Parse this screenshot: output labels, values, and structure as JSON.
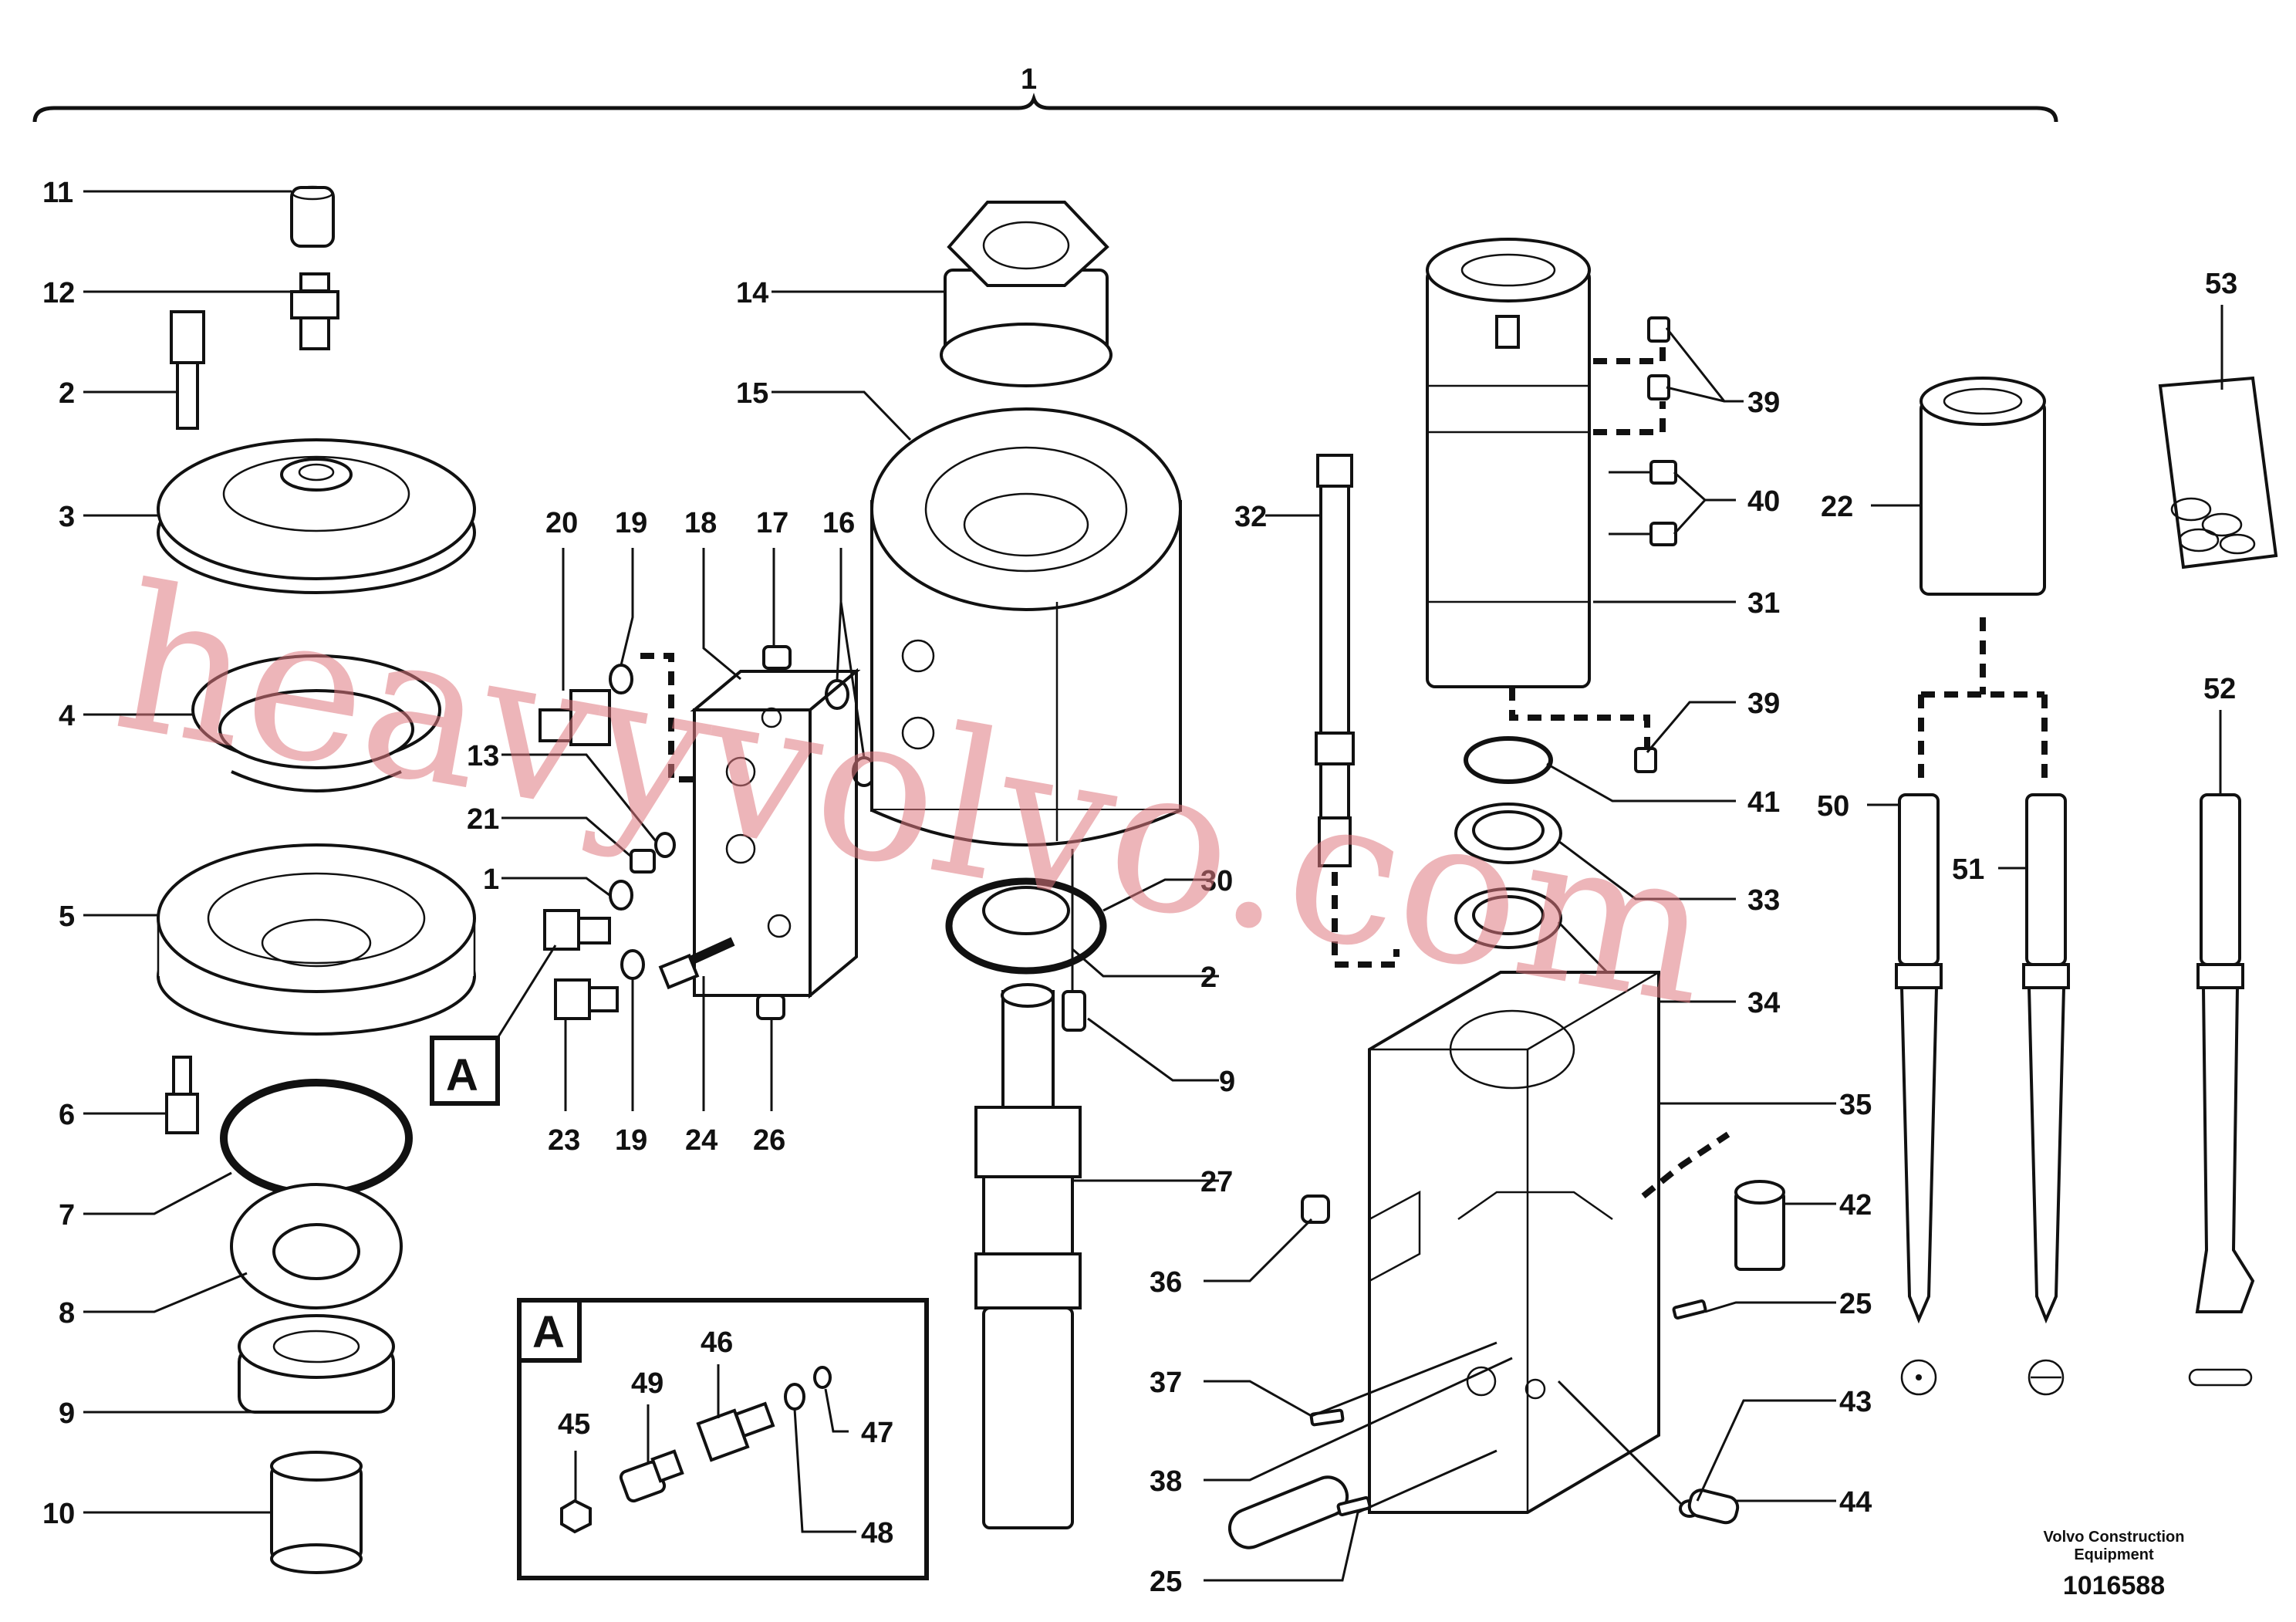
{
  "assembly_number": "1",
  "detail_label": "A",
  "callouts": {
    "c11": "11",
    "c12": "12",
    "c2": "2",
    "c3": "3",
    "c4": "4",
    "c5": "5",
    "c6": "6",
    "c7": "7",
    "c8": "8",
    "c9": "9",
    "c10": "10",
    "c20": "20",
    "c19a": "19",
    "c18": "18",
    "c17": "17",
    "c16": "16",
    "c13": "13",
    "c21": "21",
    "c1b": "1",
    "c23": "23",
    "c19b": "19",
    "c24": "24",
    "c26": "26",
    "c14": "14",
    "c15": "15",
    "c30": "30",
    "c2b": "2",
    "c9b": "9",
    "c27": "27",
    "c32": "32",
    "c31": "31",
    "c39a": "39",
    "c40": "40",
    "c39b": "39",
    "c41": "41",
    "c33": "33",
    "c34": "34",
    "c35": "35",
    "c42": "42",
    "c25a": "25",
    "c36": "36",
    "c37": "37",
    "c38": "38",
    "c25b": "25",
    "c43": "43",
    "c44": "44",
    "c53": "53",
    "c22": "22",
    "c52": "52",
    "c50": "50",
    "c51": "51",
    "c45": "45",
    "c46": "46",
    "c47": "47",
    "c48": "48",
    "c49": "49"
  },
  "footer": {
    "company_line1": "Volvo Construction",
    "company_line2": "Equipment",
    "document_number": "1016588"
  },
  "watermark": "heavyvolvo.com"
}
